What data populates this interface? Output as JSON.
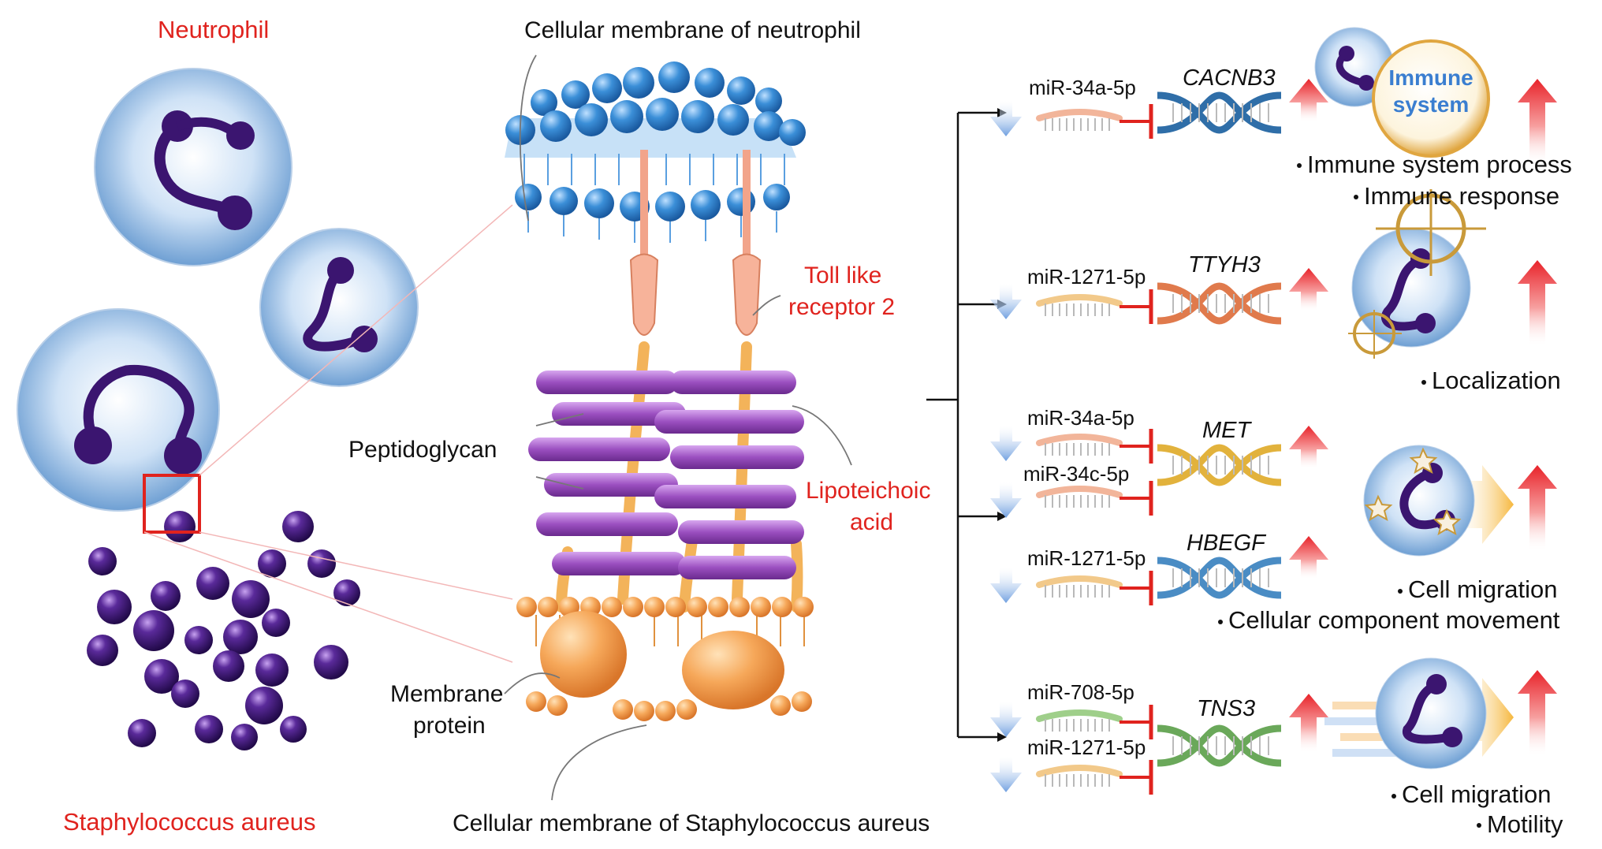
{
  "colors": {
    "label_red": "#e0231e",
    "label_black": "#111111",
    "membrane_blue": "#3a8fd6",
    "peptidoglycan_purple": "#9b4fc0",
    "bacterial_membrane_orange": "#f6a85a",
    "gene_cacnb3": "#2f6ea8",
    "gene_ttyh3": "#e07a4c",
    "gene_met": "#e2b23c",
    "gene_hbegf": "#4a8cc4",
    "gene_tns3": "#6aa85a",
    "up_arrow": "#e8232a",
    "down_arrow": "#7fa8e0"
  },
  "left": {
    "neutrophil_label": "Neutrophil",
    "bacteria_label": "Staphylococcus aureus"
  },
  "center": {
    "top_label": "Cellular membrane of neutrophil",
    "tlr_label_line1": "Toll like",
    "tlr_label_line2": "receptor 2",
    "peptidoglycan_label": "Peptidoglycan",
    "lta_label_line1": "Lipoteichoic",
    "lta_label_line2": "acid",
    "membrane_protein_line1": "Membrane",
    "membrane_protein_line2": "protein",
    "bottom_label": "Cellular membrane of Staphylococcus aureus"
  },
  "right": {
    "rows": [
      {
        "mirnas": [
          "miR-34a-5p"
        ],
        "gene": "CACNB3",
        "icon": "immune-system-badge-icon",
        "icon_text_line1": "Immune",
        "icon_text_line2": "system",
        "processes": [
          "Immune system process",
          "Immune response"
        ]
      },
      {
        "mirnas": [
          "miR-1271-5p"
        ],
        "gene": "TTYH3",
        "icon": "crosshair-cell-icon",
        "processes": [
          "Localization"
        ]
      },
      {
        "mirnas": [
          "miR-34a-5p",
          "miR-34c-5p"
        ],
        "gene": "MET",
        "icon": "migrating-cell-icon"
      },
      {
        "mirnas": [
          "miR-1271-5p"
        ],
        "gene": "HBEGF",
        "processes": [
          "Cell migration",
          "Cellular component movement"
        ]
      },
      {
        "mirnas": [
          "miR-708-5p",
          "miR-1271-5p"
        ],
        "gene": "TNS3",
        "icon": "moving-cell-icon",
        "processes": [
          "Cell migration",
          "Motility"
        ]
      }
    ]
  }
}
